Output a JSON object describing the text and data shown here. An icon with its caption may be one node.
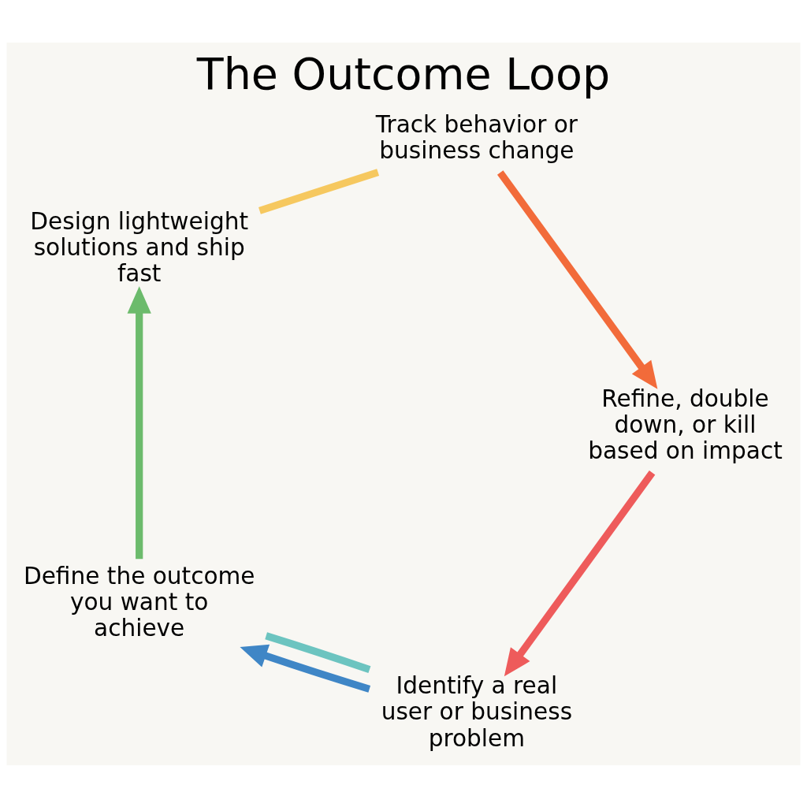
{
  "diagram": {
    "title": "The Outcome Loop",
    "nodes": [
      {
        "text": [
          "Identify a real user or business problem"
        ]
      },
      {
        "text": [
          "Define the outcome you want to achieve"
        ]
      },
      {
        "text": [
          "Design lightweight solutions and ship fast"
        ]
      },
      {
        "text": [
          "Track behavior or business change"
        ]
      },
      {
        "text": [
          "Refine, double down, or kill based on impact"
        ]
      }
    ],
    "edges": [
      {
        "from": 0,
        "to": 1,
        "arrow": "to",
        "color": "#3f86c6"
      },
      {
        "from": 0,
        "to": 1,
        "arrow": "none",
        "color": "#6cc4c0"
      },
      {
        "from": 1,
        "to": 2,
        "arrow": "to",
        "color": "#6cbb6c"
      },
      {
        "from": 2,
        "to": 3,
        "arrow": "none",
        "color": "#f6c85f"
      },
      {
        "from": 3,
        "to": 4,
        "arrow": "to",
        "color": "#f26b3a"
      },
      {
        "from": 4,
        "to": 0,
        "arrow": "to",
        "color": "#ee5b5b"
      }
    ]
  }
}
